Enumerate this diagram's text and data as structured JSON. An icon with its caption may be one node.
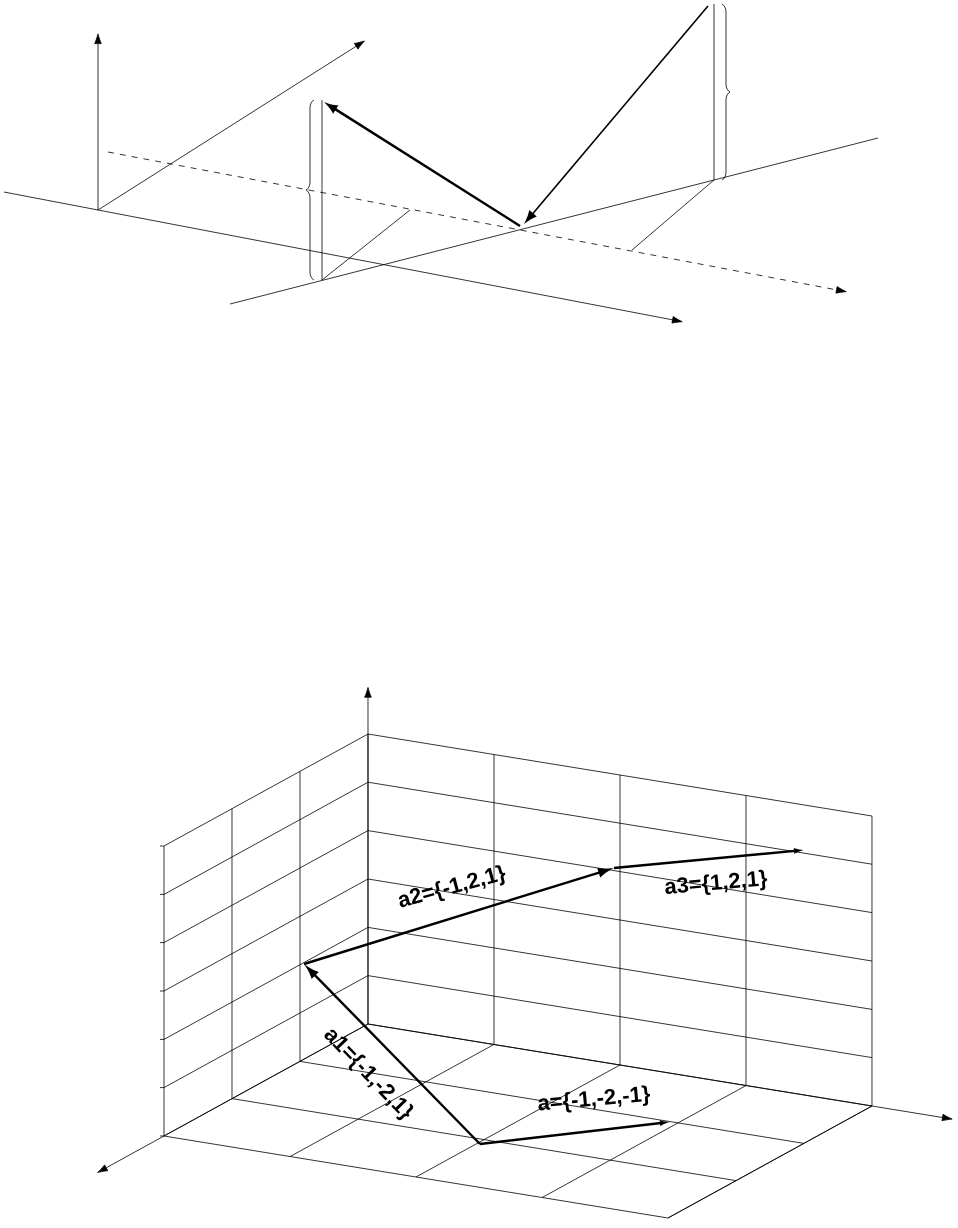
{
  "diagram": {
    "labels": [
      "a2={-1,2,1}",
      "a3={1,2,1}",
      "a1={-1,-2,1}",
      "a={-1,-2,-1}"
    ]
  }
}
